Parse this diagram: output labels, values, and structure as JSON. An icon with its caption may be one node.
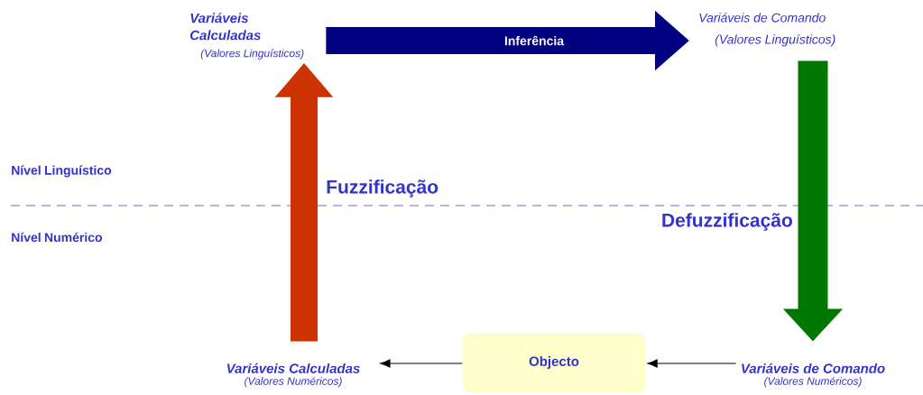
{
  "diagram": {
    "nodes": [
      {
        "text": [
          "Variáveis Calculadas",
          "(Valores Linguísticos)"
        ]
      },
      {
        "text": [
          "Variáveis de Comando",
          "(Valores Linguísticos)"
        ]
      },
      {
        "text": [
          "Variáveis Calculadas",
          "(Valores Numéricos)"
        ]
      },
      {
        "text": [
          "Objecto"
        ]
      },
      {
        "text": [
          "Variáveis de Comando",
          "(Valores Numéricos)"
        ]
      }
    ],
    "edges": [
      {
        "from": 0,
        "to": 1,
        "arrow": "to",
        "label": "Inferência",
        "color": "#000080"
      },
      {
        "from": 2,
        "to": 0,
        "arrow": "to",
        "label": "Fuzzificação",
        "color": "#cc3300"
      },
      {
        "from": 1,
        "to": 4,
        "arrow": "to",
        "label": "Defuzzificação",
        "color": "#007700"
      },
      {
        "from": 4,
        "to": 3,
        "arrow": "to"
      },
      {
        "from": 3,
        "to": 2,
        "arrow": "to"
      }
    ],
    "labels": [
      "Nível Linguístico",
      "Nível Numérico"
    ]
  }
}
